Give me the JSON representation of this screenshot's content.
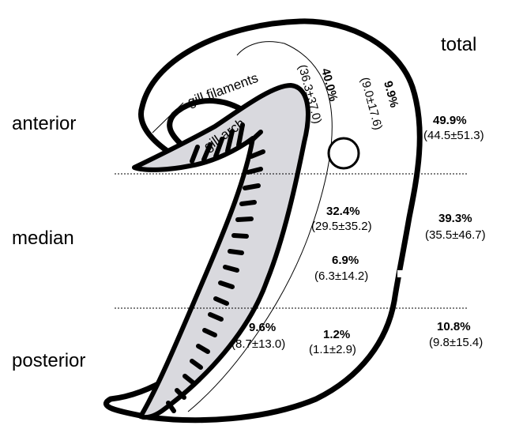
{
  "header": {
    "total_label": "total"
  },
  "regions": {
    "anterior": "anterior",
    "median": "median",
    "posterior": "posterior"
  },
  "labels": {
    "gill_filaments": "gill filaments",
    "gill_arch": "gill arch"
  },
  "values": {
    "anterior_inner": {
      "pct": "40.0%",
      "sd": "(36.3±37.0)"
    },
    "anterior_outer": {
      "pct": "9.9%",
      "sd": "(9.0±17.6)"
    },
    "anterior_total": {
      "pct": "49.9%",
      "sd": "(44.5±51.3)"
    },
    "median_inner": {
      "pct": "32.4%",
      "sd": "(29.5±35.2)"
    },
    "median_outer": {
      "pct": "6.9%",
      "sd": "(6.3±14.2)"
    },
    "median_total": {
      "pct": "39.3%",
      "sd": "(35.5±46.7)"
    },
    "posterior_inner": {
      "pct": "9.6%",
      "sd": "(8.7±13.0)"
    },
    "posterior_outer": {
      "pct": "1.2%",
      "sd": "(1.1±2.9)"
    },
    "posterior_total": {
      "pct": "10.8%",
      "sd": "(9.8±15.4)"
    }
  },
  "colors": {
    "arch_fill": "#d9d9de",
    "outline": "#000000",
    "background": "#ffffff"
  }
}
